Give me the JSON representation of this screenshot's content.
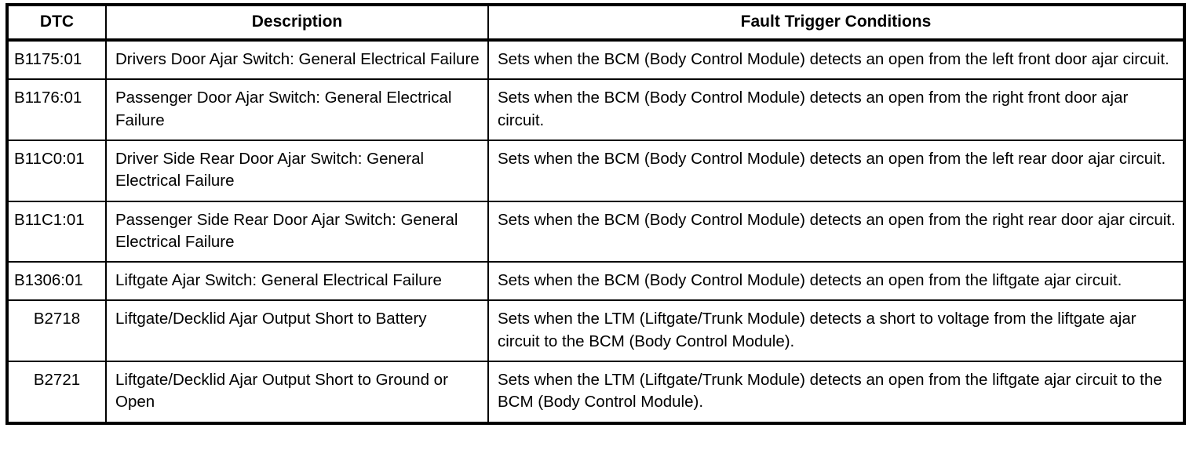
{
  "table": {
    "columns": [
      {
        "key": "dtc",
        "label": "DTC",
        "align": "center"
      },
      {
        "key": "description",
        "label": "Description",
        "align": "center"
      },
      {
        "key": "fault",
        "label": "Fault Trigger Conditions",
        "align": "center"
      }
    ],
    "rows": [
      {
        "dtc": "B1175:01",
        "dtc_align": "left",
        "description": "Drivers Door Ajar Switch: General Electrical Failure",
        "fault": "Sets when the BCM (Body Control Module) detects an open from the left front door ajar circuit."
      },
      {
        "dtc": "B1176:01",
        "dtc_align": "left",
        "description": "Passenger Door Ajar Switch: General Electrical Failure",
        "fault": "Sets when the BCM (Body Control Module) detects an open from the right front door ajar circuit."
      },
      {
        "dtc": "B11C0:01",
        "dtc_align": "left",
        "description": "Driver Side Rear Door Ajar Switch: General Electrical Failure",
        "fault": "Sets when the BCM (Body Control Module) detects an open from the left rear door ajar circuit."
      },
      {
        "dtc": "B11C1:01",
        "dtc_align": "left",
        "description": "Passenger Side Rear Door Ajar Switch: General Electrical Failure",
        "fault": "Sets when the BCM (Body Control Module) detects an open from the right rear door ajar circuit."
      },
      {
        "dtc": "B1306:01",
        "dtc_align": "left",
        "description": "Liftgate Ajar Switch: General Electrical Failure",
        "fault": "Sets when the BCM (Body Control Module) detects an open from the liftgate ajar circuit."
      },
      {
        "dtc": "B2718",
        "dtc_align": "center",
        "description": "Liftgate/Decklid Ajar Output Short to Battery",
        "fault": "Sets when the LTM (Liftgate/Trunk Module) detects a short to voltage from the liftgate ajar circuit to the BCM (Body Control Module)."
      },
      {
        "dtc": "B2721",
        "dtc_align": "center",
        "description": "Liftgate/Decklid Ajar Output Short to Ground or Open",
        "fault": "Sets when the LTM (Liftgate/Trunk Module) detects an open from the liftgate ajar circuit to the BCM (Body Control Module)."
      }
    ]
  }
}
